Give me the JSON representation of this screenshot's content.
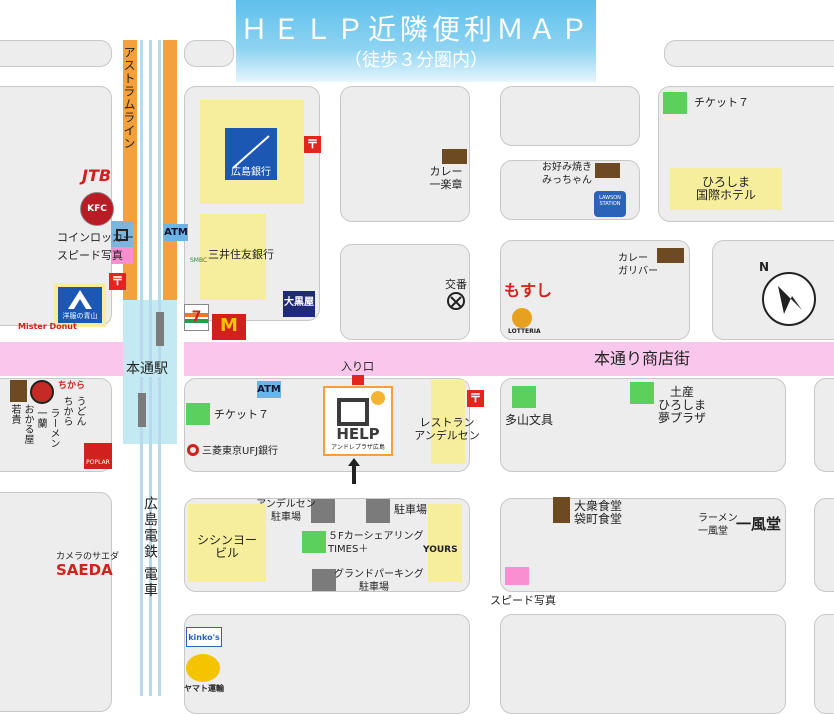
{
  "title": {
    "main": "ＨＥＬＰ近隣便利ＭＡＰ",
    "sub": "（徒歩３分圏内）"
  },
  "colors": {
    "road_pink": "#f9c6ec",
    "tram": "#f4a03c",
    "tram_light": "#c3eaf2",
    "block": "#ededed",
    "yellow": "#f6ee9c",
    "title_bg": "#6cc6ee"
  },
  "lines": {
    "astram": "アストラムライン",
    "hiroden": "広島電鉄 電車",
    "hondori_station": "本通駅",
    "shopping_street": "本通り商店街"
  },
  "places": {
    "hiroshima_bank": "広島銀行",
    "smbc": "三井住友銀行",
    "smbc_logo": "SMBC",
    "jtb": "JTB",
    "kfc": "KFC",
    "coin_locker": "コインロッカー",
    "speed_photo_left": "スピード写真",
    "aoyama": "洋服の青山",
    "misterdonut": "Mister Donut",
    "ramen_ichiran": "ラーメン\n一蘭",
    "okaruya": "おかる屋\n若貴",
    "chikara": "うどん\nちから",
    "chikara_logo": "ちから",
    "poplar": "POPLAR",
    "kare_ichirakusho": "カレー\n一楽章",
    "okonomi_micchan": "お好み焼き\nみっちゃん",
    "lawson": "LAWSON STATION",
    "ticket7_top": "チケット７",
    "hiroshima_kokusai": "ひろしま\n国際ホテル",
    "kare_gariba": "カレー\nガリバー",
    "koban": "交番",
    "mosushi": "もすし",
    "lotteria": "LOTTERIA",
    "seven_eleven": "7",
    "mcdonalds": "M",
    "daikokuya": "大黒屋",
    "entrance": "入り口",
    "help": "HELP",
    "help_sub": "アンドレプラザ広島",
    "atm": "ATM",
    "post": "〒",
    "ticket7_bottom": "チケット７",
    "mufg": "三菱東京UFJ銀行",
    "restaurant_andersen": "レストラン\nアンデルセン",
    "tayama": "多山文具",
    "yume_plaza": "土産\nひろしま\n夢プラザ",
    "andersen_parking": "アンデルセン\n駐車場",
    "parking": "駐車場",
    "carshare": "５Fカーシェアリング\nTIMES＋",
    "grand_parking": "グランドパーキング\n駐車場",
    "shinshoyo": "シシンヨー\nビル",
    "yours": "YOURS",
    "taishu_shokudo": "大衆食堂\n袋町食堂",
    "ippudo": "ラーメン\n一風堂",
    "ippudo_logo": "一風堂",
    "speed_photo_right": "スピード写真",
    "saeda": "SAEDA",
    "saeda_caption": "カメラのサエダ",
    "kinkos": "kinko's",
    "yamato": "ヤマト運輸",
    "north": "N"
  }
}
